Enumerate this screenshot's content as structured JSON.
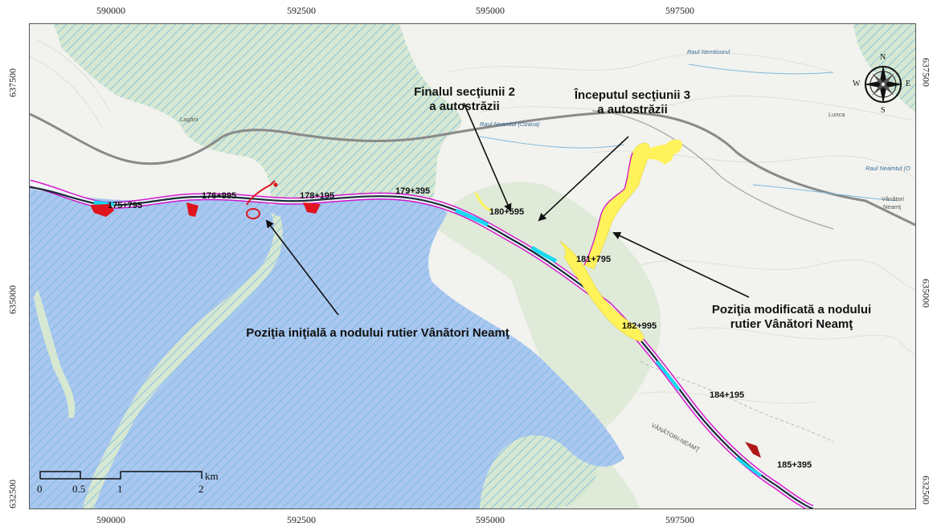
{
  "grid": {
    "x_top": [
      "590000",
      "592500",
      "595000",
      "597500"
    ],
    "x_bottom": [
      "590000",
      "592500",
      "595000",
      "597500"
    ],
    "y_left": [
      "637500",
      "635000",
      "632500"
    ],
    "y_right": [
      "637500",
      "635000",
      "632500"
    ]
  },
  "annotations": {
    "final_sectiune_2_line1": "Finalul secţiunii 2",
    "final_sectiune_2_line2": "a autostrăzii",
    "inceput_sectiune_3_line1": "Începutul secţiunii 3",
    "inceput_sectiune_3_line2": "a autostrăzii",
    "pozitie_initiala": "Poziţia iniţială a nodului rutier Vânători Neamţ",
    "pozitie_modificata_line1": "Poziţia modificată a nodului",
    "pozitie_modificata_line2": "rutier Vânători Neamţ"
  },
  "chainages": [
    "175+795",
    "176+995",
    "178+195",
    "179+395",
    "180+595",
    "181+795",
    "182+995",
    "184+195",
    "185+395"
  ],
  "places": {
    "lunca": "Lunca",
    "vanatori_1": "Vânători",
    "vanatori_2": "Neamţ",
    "lagani": "Lagăni",
    "vanatori_neamt_area": "VÂNĂTORI-NEAMŢ"
  },
  "rivers": {
    "nemtisor": "Raul Nemtisorul",
    "neamt_ozana": "Raul Neamtul (Ozana)",
    "neamt_right": "Raul Neamtul (O"
  },
  "scale_bar": {
    "ticks": [
      "0",
      "0.5",
      "1",
      "2"
    ],
    "unit": "km"
  },
  "compass": {
    "n": "N",
    "s": "S",
    "e": "E",
    "w": "W"
  },
  "colors": {
    "hatch_blue": "#6fb4e0",
    "lake_fill": "#a9c7ef",
    "forest_fill": "#d6e8d2",
    "motorway_pink": "#d400c8",
    "motorway_dark": "#1c2b3a",
    "cyan": "#14d9f0",
    "red": "#e0141e",
    "yellow": "#fff25a",
    "road_gray": "#8a8a8a"
  }
}
